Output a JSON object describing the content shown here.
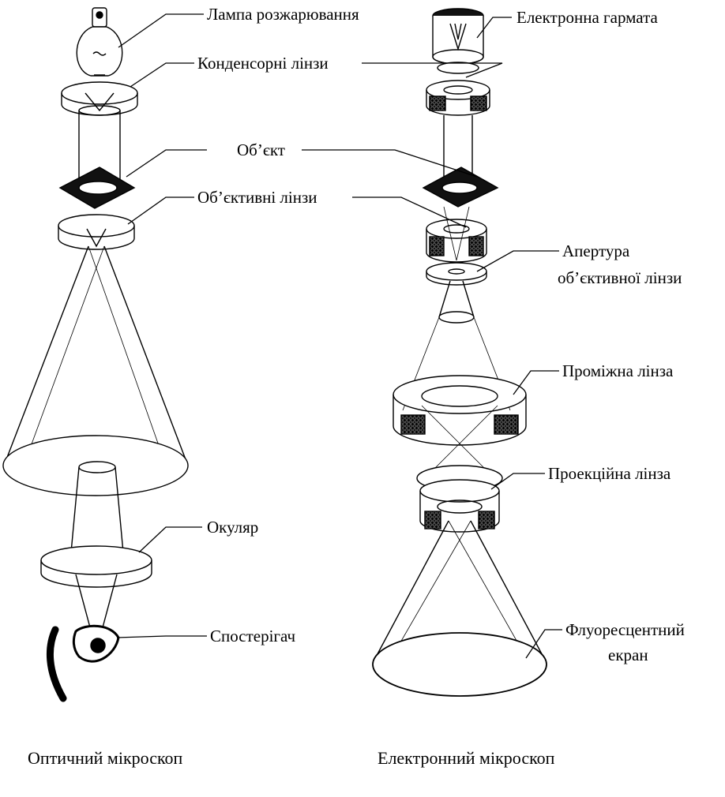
{
  "optical": {
    "caption": "Оптичний мікроскоп",
    "labels": {
      "lamp": "Лампа розжарювання",
      "condenser": "Конденсорні лінзи",
      "object": "Об’єкт",
      "objective": "Об’єктивні лінзи",
      "eyepiece": "Окуляр",
      "observer": "Спостерігач"
    }
  },
  "electron": {
    "caption": "Електронний мікроскоп",
    "labels": {
      "gun": "Електронна гармата",
      "aperture_line1": "Апертура",
      "aperture_line2": "об’єктивної лінзи",
      "intermediate": "Проміжна лінза",
      "projection": "Проекційна лінза",
      "screen_line1": "Флуоресцентний",
      "screen_line2": "екран"
    }
  }
}
